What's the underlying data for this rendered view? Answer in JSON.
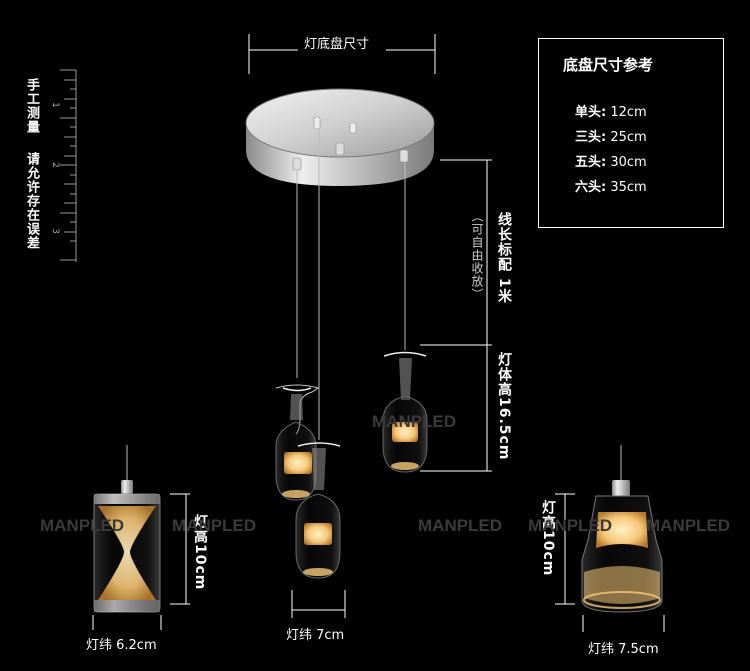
{
  "labels": {
    "base_size": "灯底盘尺寸",
    "wire_length": "线长标配 1米",
    "wire_note": "（可自由收放）",
    "lamp_height": "灯体高16.5cm",
    "manual_note_1": "手工测量",
    "manual_note_2": "请允许存在误差",
    "left_height": "灯高10cm",
    "right_height": "灯高10cm",
    "left_width": "灯纬 6.2cm",
    "center_width": "灯纬 7cm",
    "right_width": "灯纬 7.5cm"
  },
  "ruler_ticks": [
    "1",
    "2",
    "3"
  ],
  "reference": {
    "title": "底盘尺寸参考",
    "rows": [
      {
        "label": "单头:",
        "value": "12cm"
      },
      {
        "label": "三头:",
        "value": "25cm"
      },
      {
        "label": "五头:",
        "value": "30cm"
      },
      {
        "label": "六头:",
        "value": "35cm"
      }
    ]
  },
  "watermark": "MANPLED",
  "colors": {
    "background": "#000000",
    "text": "#ffffff",
    "glow": "#f6c877",
    "chrome": "#c8c8c8"
  }
}
